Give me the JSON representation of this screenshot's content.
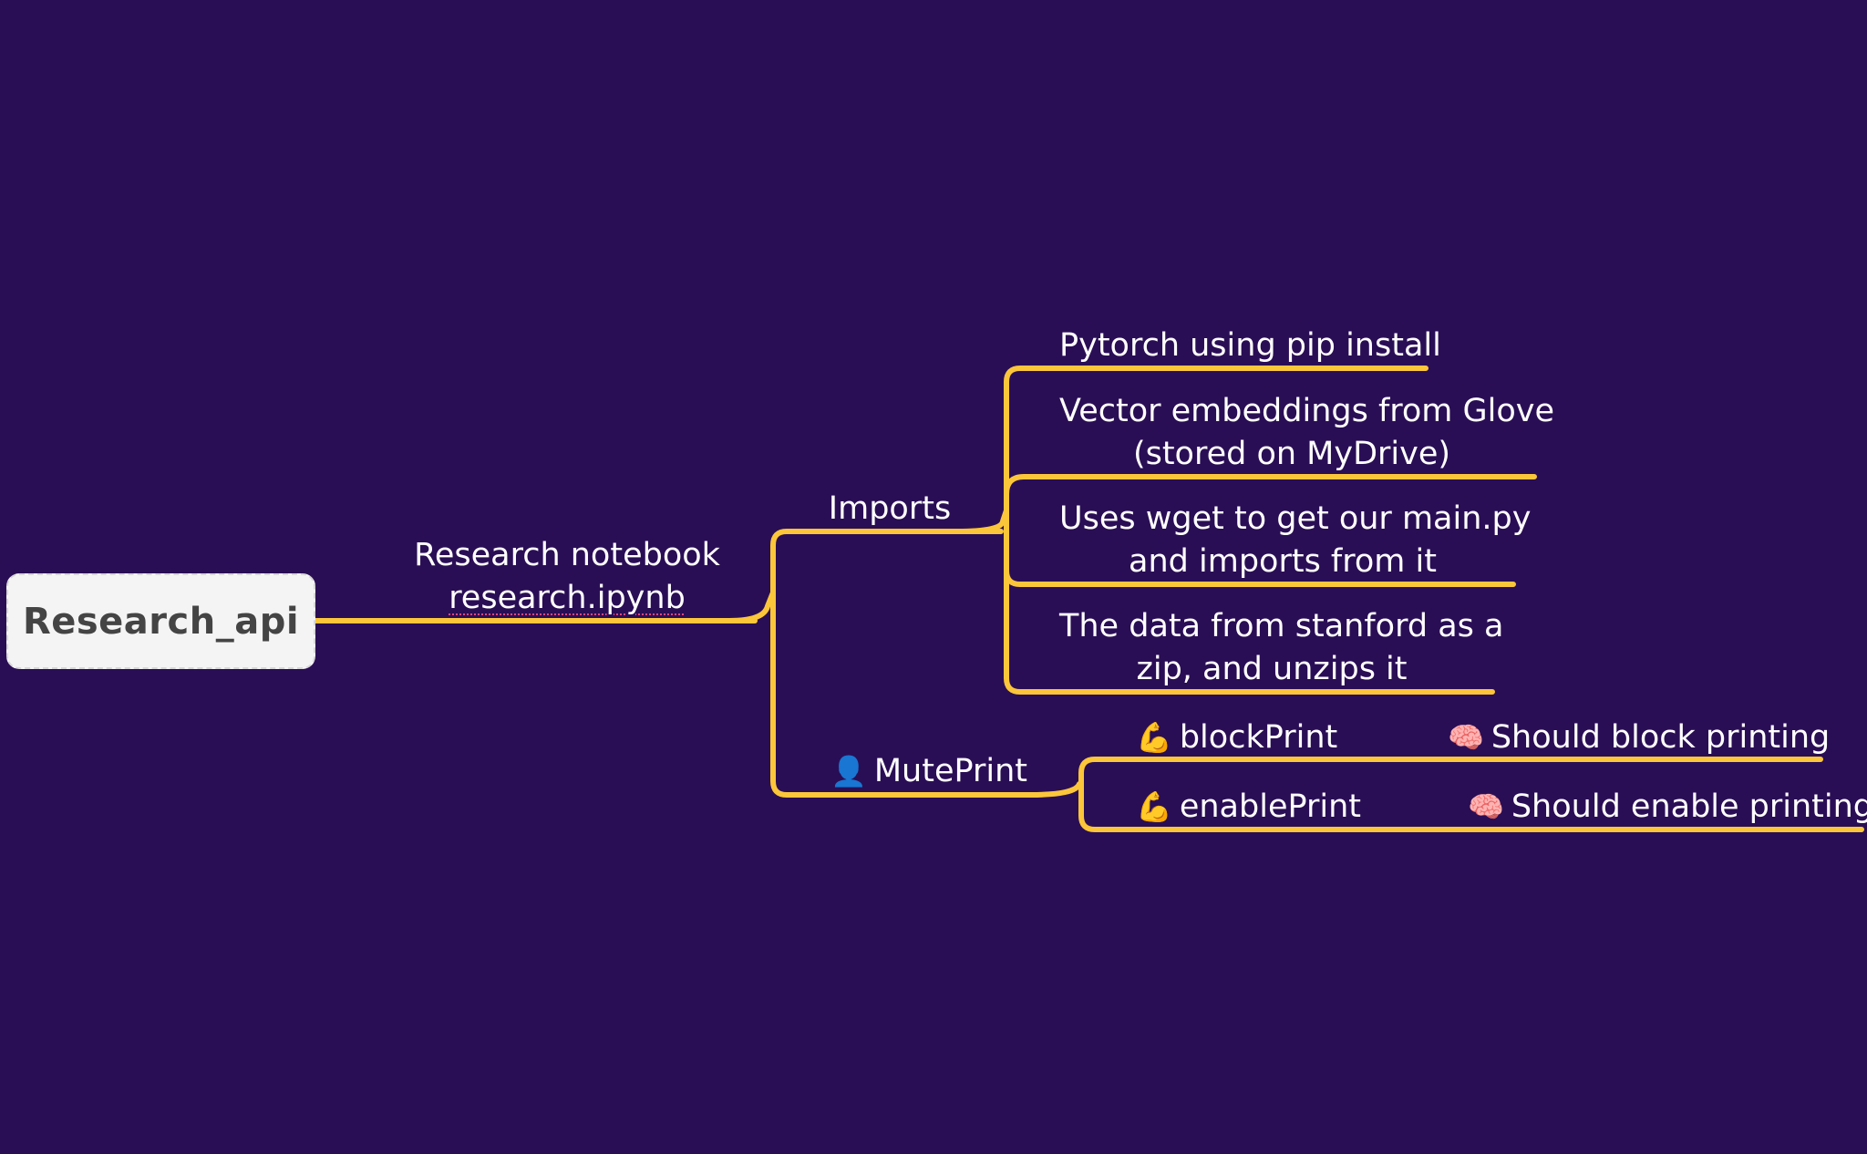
{
  "root": {
    "label": "Research_api"
  },
  "notebook": {
    "line1": "Research notebook",
    "line2": "research.ipynb"
  },
  "imports": {
    "label": "Imports",
    "items": [
      {
        "line1": "Pytorch using pip install"
      },
      {
        "line1": "Vector embeddings from Glove",
        "line2": "(stored on MyDrive)"
      },
      {
        "line1": "Uses wget to get our main.py",
        "line2": "and imports from it"
      },
      {
        "line1": "The data from stanford as a",
        "line2": "zip, and unzips it"
      }
    ]
  },
  "muteprint": {
    "label": "MutePrint",
    "icon": "person-silhouette-icon",
    "items": [
      {
        "label": "blockPrint",
        "icon": "flexed-biceps-icon",
        "detail": "Should block printing",
        "detail_icon": "brain-icon"
      },
      {
        "label": "enablePrint",
        "icon": "flexed-biceps-icon",
        "detail": "Should enable printing",
        "detail_icon": "brain-icon"
      }
    ]
  },
  "colors": {
    "background": "#2a0e55",
    "branch": "#fcc63a",
    "root_fill": "#f4f4f4",
    "root_text": "#444444",
    "text": "#ffffff"
  }
}
